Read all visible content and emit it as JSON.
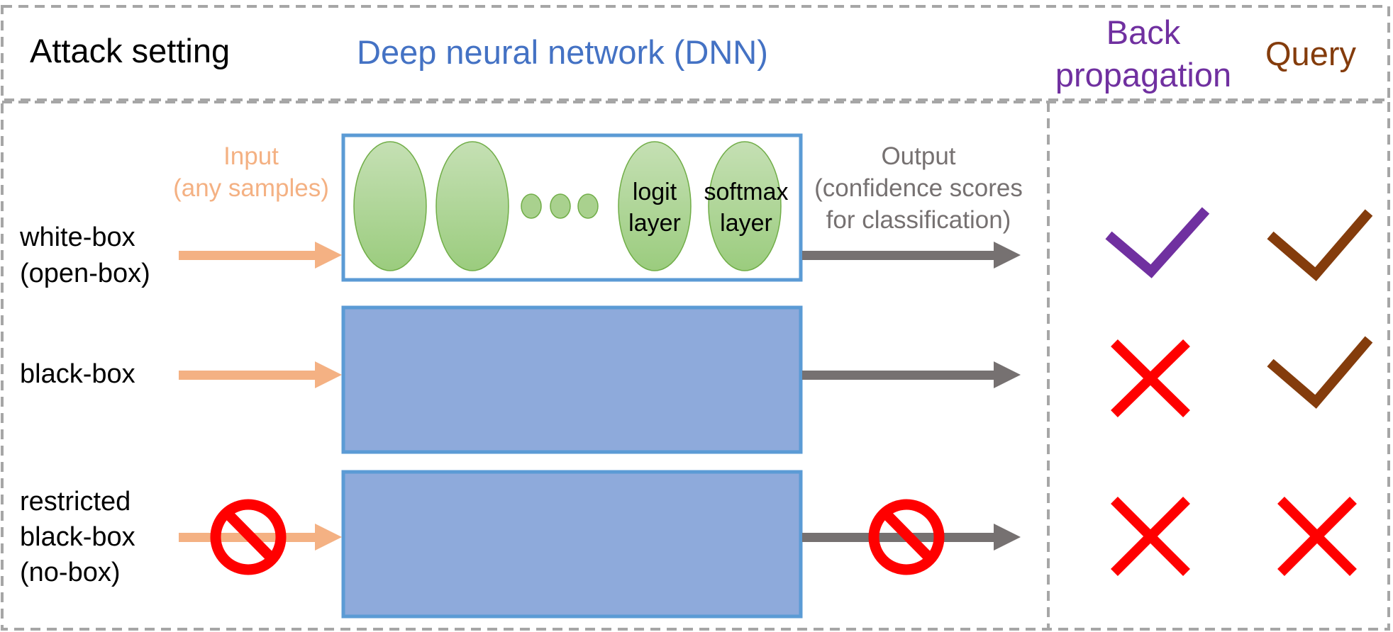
{
  "header": {
    "attack_setting": "Attack setting",
    "dnn": "Deep neural network (DNN)",
    "back_line1": "Back",
    "back_line2": "propagation",
    "query": "Query"
  },
  "labels": {
    "input_line1": "Input",
    "input_line2": "(any samples)",
    "output_line1": "Output",
    "output_line2": "(confidence scores",
    "output_line3": "for classification)",
    "logit_line1": "logit",
    "logit_line2": "layer",
    "softmax_line1": "softmax",
    "softmax_line2": "layer"
  },
  "rows": {
    "white": {
      "line1": "white-box",
      "line2": "(open-box)",
      "back_prop": "allowed",
      "query": "allowed"
    },
    "black": {
      "line1": "black-box",
      "back_prop": "not allowed",
      "query": "allowed"
    },
    "restricted": {
      "line1": "restricted",
      "line2": "black-box",
      "line3": "(no-box)",
      "back_prop": "not allowed",
      "query": "not allowed"
    }
  },
  "colors": {
    "dnn_title": "#4472c4",
    "back_prop": "#7030a0",
    "query": "#843c0c",
    "input": "#f4b183",
    "output": "#767171",
    "box_fill": "#8eaadb",
    "box_border": "#5b9bd5",
    "neuron": "#a9d18e",
    "cross": "#ff0000",
    "dashed": "#a6a6a6"
  }
}
